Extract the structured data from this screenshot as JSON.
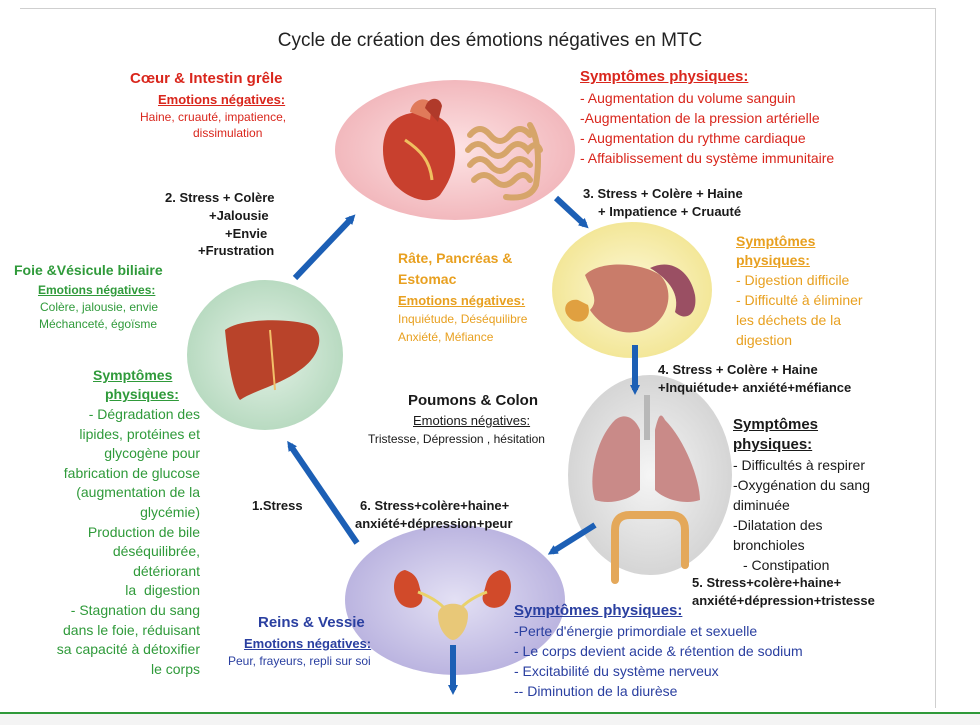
{
  "title": "Cycle de création des émotions négatives en MTC",
  "coeur": {
    "name": "Cœur & Intestin grêle",
    "emo_label": "Emotions négatives:",
    "emo_lines": [
      "Haine, cruauté, impatience,",
      "dissimulation"
    ],
    "sym_label": "Symptômes physiques:",
    "sym_lines": [
      "- Augmentation du volume sanguin",
      "-Augmentation de la pression artérielle",
      "- Augmentation du rythme cardiaque",
      "- Affaiblissement du système immunitaire"
    ]
  },
  "rate": {
    "name_lines": [
      "Râte, Pancréas &",
      "Estomac"
    ],
    "emo_label": "Emotions négatives:",
    "emo_lines": [
      "Inquiétude, Déséquilibre",
      "Anxiété, Méfiance"
    ],
    "sym_label_lines": [
      "Symptômes",
      "physiques:"
    ],
    "sym_lines": [
      "- Digestion difficile",
      "- Difficulté à éliminer",
      "les déchets de la",
      "digestion"
    ]
  },
  "poumons": {
    "name": "Poumons & Colon",
    "emo_label": "Emotions négatives:",
    "emo_line": "Tristesse, Dépression , hésitation",
    "sym_label_lines": [
      "Symptômes",
      "physiques:"
    ],
    "sym_lines": [
      "- Difficultés à respirer",
      "-Oxygénation du sang",
      "diminuée",
      "-Dilatation des",
      "bronchioles",
      "- Constipation"
    ]
  },
  "reins": {
    "name": "Reins & Vessie",
    "emo_label": "Emotions négatives:",
    "emo_line": "Peur, frayeurs, repli sur soi",
    "sym_label": "Symptômes physiques:",
    "sym_lines": [
      "-Perte d'énergie primordiale et sexuelle",
      "- Le corps devient acide & rétention de sodium",
      "- Excitabilité du système nerveux",
      "-- Diminution de la diurèse"
    ]
  },
  "foie": {
    "name": "Foie &Vésicule biliaire",
    "emo_label": "Emotions négatives:",
    "emo_lines": [
      "Colère, jalousie, envie",
      "Méchanceté, égoïsme"
    ],
    "sym_label_lines": [
      "Symptômes",
      "physiques:"
    ],
    "sym_lines": [
      "- Dégradation des",
      "lipides, protéines et",
      "glycogène pour",
      "fabrication de glucose",
      "(augmentation de la",
      "glycémie)",
      "Production de bile",
      "déséquilibrée,",
      "détériorant",
      "la  digestion",
      "- Stagnation du sang",
      "dans le foie, réduisant",
      "sa capacité à détoxifier",
      "le corps"
    ]
  },
  "stages": {
    "s1": "1.Stress",
    "s2_lines": [
      "2. Stress + Colère",
      "+Jalousie",
      "+Envie",
      "+Frustration"
    ],
    "s3_lines": [
      "3. Stress + Colère + Haine",
      "+ Impatience + Cruauté"
    ],
    "s4_lines": [
      "4. Stress + Colère + Haine",
      "+Inquiétude+ anxiété+méfiance"
    ],
    "s5_lines": [
      "5. Stress+colère+haine+",
      "anxiété+dépression+tristesse"
    ],
    "s6_lines": [
      "6. Stress+colère+haine+",
      "anxiété+dépression+peur"
    ]
  },
  "colors": {
    "red": "#d9261c",
    "orange": "#e8a020",
    "green": "#2f9a3a",
    "blue": "#2a3fa0",
    "dark": "#1a1a1a",
    "arrow": "#1c5fb5",
    "coeur_bg": "#f6c9cc",
    "rate_bg": "#f7efb3",
    "poumons_bg": "#e2e2e2",
    "reins_bg": "#c9c3e6",
    "foie_bg": "#c8e2cf"
  }
}
